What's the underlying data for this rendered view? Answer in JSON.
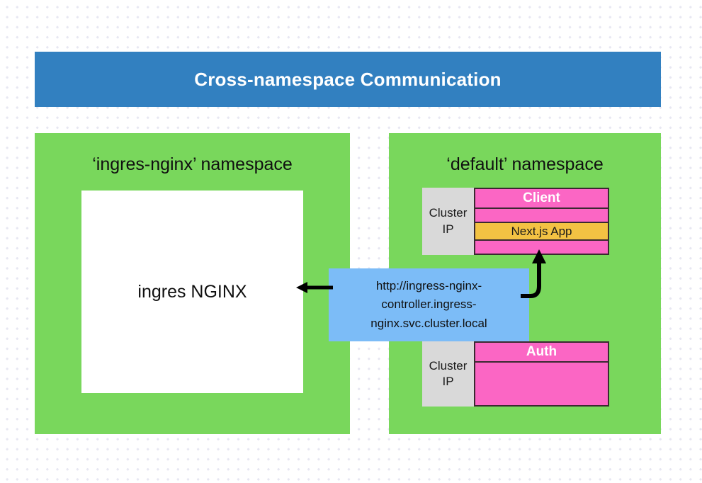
{
  "diagram": {
    "title": "Cross-namespace Communication",
    "title_bar_color": "#3280c0",
    "background": "#ffffff",
    "namespace_color": "#79d75c",
    "service_color": "#fb66c4",
    "app_color": "#f3c243",
    "cluster_ip_color": "#d9d9d9",
    "callout_color": "#7cbcf7"
  },
  "namespaces": [
    {
      "label": "‘ingres-nginx’ namespace",
      "box": {
        "label": "ingres NGINX"
      }
    },
    {
      "label": "‘default’ namespace"
    }
  ],
  "services": [
    {
      "cluster_ip_line1": "Cluster",
      "cluster_ip_line2": "IP",
      "name": "Client",
      "rows": [
        {
          "type": "header",
          "text": "Client"
        },
        {
          "type": "spacer",
          "text": ""
        },
        {
          "type": "app",
          "text": "Next.js App"
        },
        {
          "type": "spacer",
          "text": ""
        }
      ]
    },
    {
      "cluster_ip_line1": "Cluster",
      "cluster_ip_line2": "IP",
      "name": "Auth",
      "rows": [
        {
          "type": "header",
          "text": "Auth"
        },
        {
          "type": "body",
          "text": ""
        }
      ]
    }
  ],
  "callout": {
    "url_line1": "http://ingress-nginx-",
    "url_line2": "controller.ingress-",
    "url_line3": "nginx.svc.cluster.local"
  },
  "arrows": [
    {
      "name": "callout-to-nginx",
      "direction": "left"
    },
    {
      "name": "callout-to-client",
      "direction": "up-curved"
    }
  ]
}
